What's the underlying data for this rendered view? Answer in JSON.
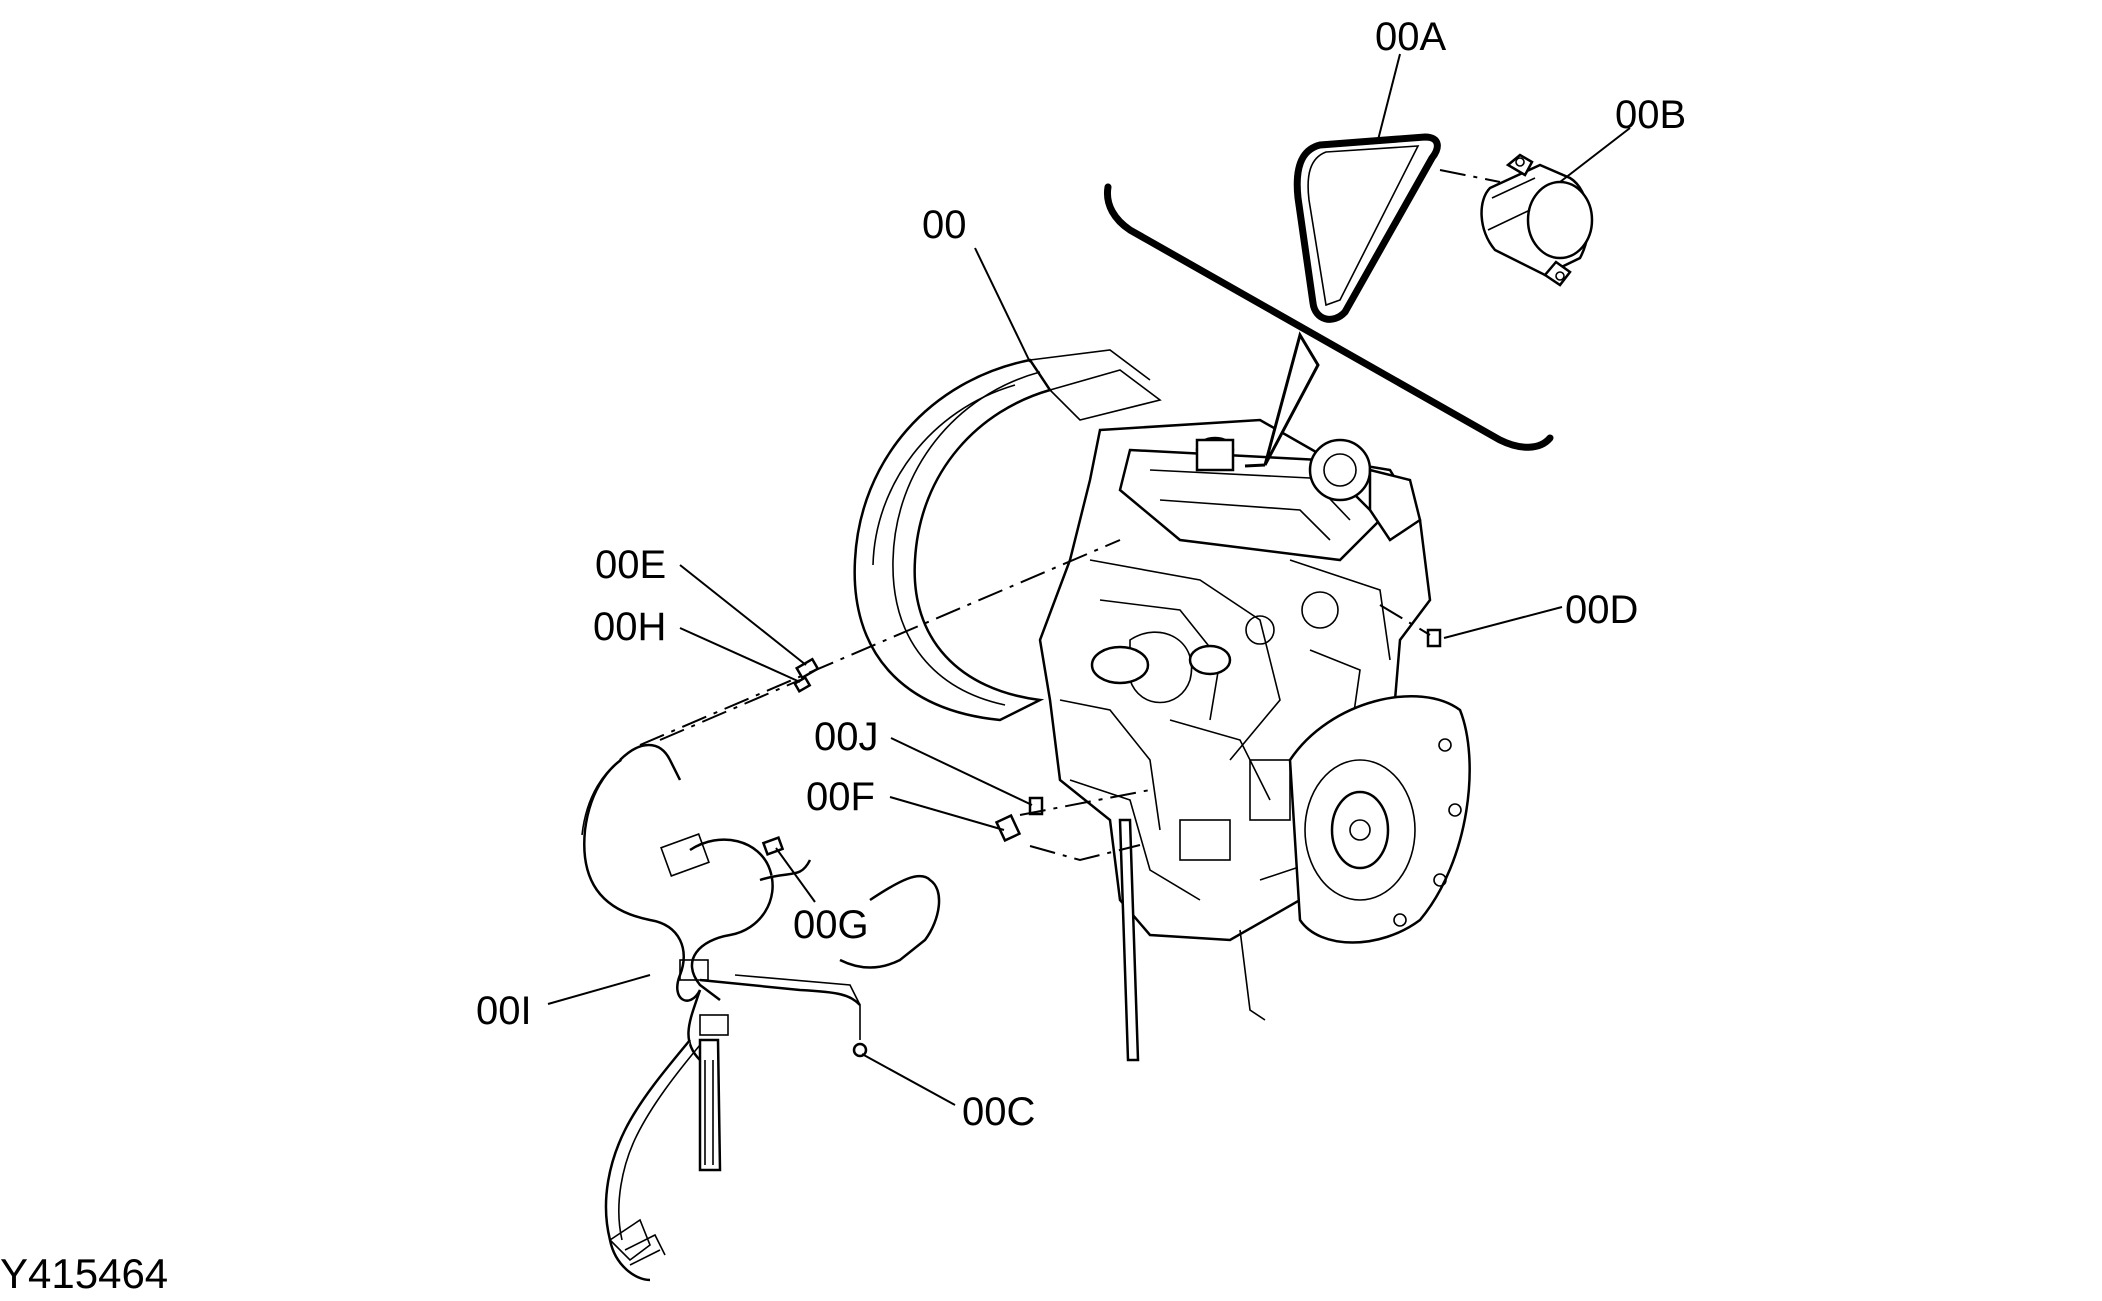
{
  "figure_id": "Y415464",
  "callouts": {
    "engine": "00",
    "belt": "00A",
    "compressor": "00B",
    "clip_c": "00C",
    "clip_d": "00D",
    "connector_e": "00E",
    "connector_f": "00F",
    "harness_connector_g": "00G",
    "connector_h": "00H",
    "wiring_harness": "00I",
    "connector_j": "00J"
  }
}
